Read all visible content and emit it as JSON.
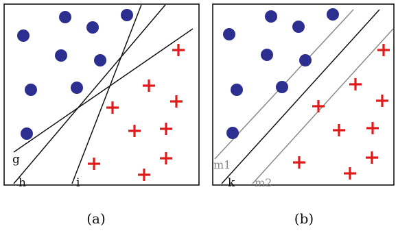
{
  "colors": {
    "frame": "#111111",
    "dot": "#2c2f8f",
    "plus": "#e01b1b",
    "line": "#111111",
    "margin_line": "#8a8a8a",
    "margin_label": "#8a8a8a"
  },
  "panels": [
    {
      "caption": "(a)",
      "lines": [
        {
          "id": "g",
          "label": "g"
        },
        {
          "id": "h",
          "label": "h"
        },
        {
          "id": "i",
          "label": "i"
        }
      ]
    },
    {
      "caption": "(b)",
      "lines": [
        {
          "id": "k",
          "label": "k"
        },
        {
          "id": "m1",
          "label": "m1"
        },
        {
          "id": "m2",
          "label": "m2"
        }
      ]
    }
  ]
}
